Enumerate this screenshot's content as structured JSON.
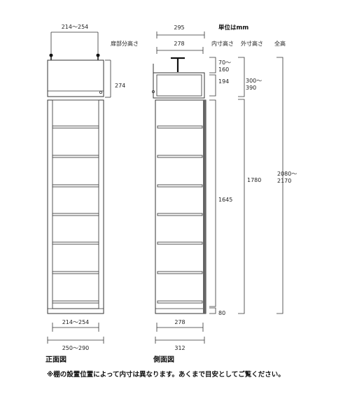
{
  "unit_label": "単位はmm",
  "headers": {
    "door_height": "扉部分高さ",
    "inner_height": "内寸高さ",
    "outer_height": "外寸高さ",
    "total_height": "全高"
  },
  "front": {
    "title": "正面図",
    "top_width": "214～254",
    "door_height_value": "274",
    "inner_width": "214～254",
    "outer_width": "250～290"
  },
  "side": {
    "title": "側面図",
    "top_depth": "295",
    "top_inner_depth": "278",
    "upper_gap": "70～\n160",
    "upper_inner": "194",
    "upper_outer": "300～\n390",
    "main_inner": "1645",
    "main_outer": "1780",
    "total": "2080～\n2170",
    "base": "80",
    "inner_depth": "278",
    "outer_depth": "312"
  },
  "note": "※棚の設置位置によって内寸は異なります。あくまで目安としてご覧ください。"
}
